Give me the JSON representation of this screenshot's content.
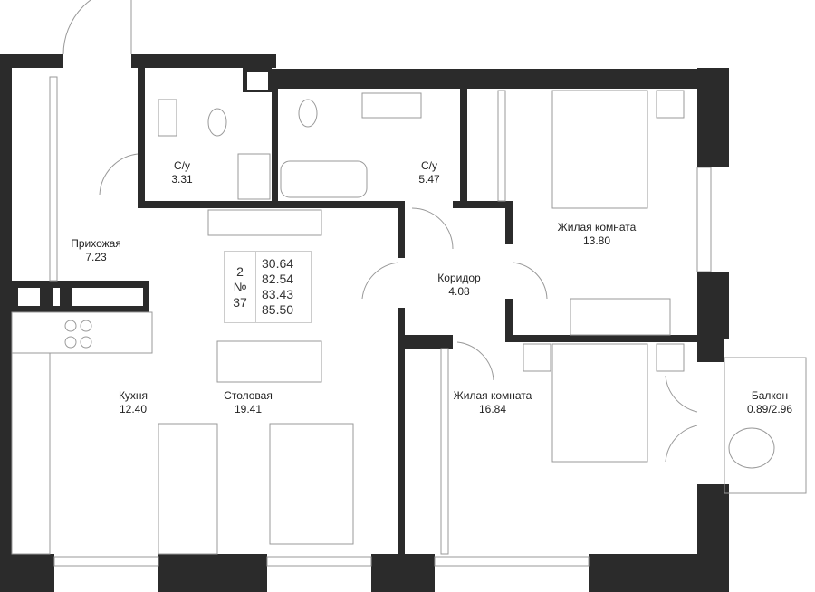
{
  "colors": {
    "wall": "#2b2b2b",
    "line": "#999999",
    "text": "#222222"
  },
  "info": {
    "rooms": "2",
    "number_sign": "№",
    "apartment": "37",
    "areas": [
      "30.64",
      "82.54",
      "83.43",
      "85.50"
    ]
  },
  "rooms": [
    {
      "name": "С/у",
      "area": "3.31"
    },
    {
      "name": "С/у",
      "area": "5.47"
    },
    {
      "name": "Прихожая",
      "area": "7.23"
    },
    {
      "name": "Жилая комната",
      "area": "13.80"
    },
    {
      "name": "Коридор",
      "area": "4.08"
    },
    {
      "name": "Кухня",
      "area": "12.40"
    },
    {
      "name": "Столовая",
      "area": "19.41"
    },
    {
      "name": "Жилая комната",
      "area": "16.84"
    },
    {
      "name": "Балкон",
      "area": "0.89/2.96"
    }
  ]
}
